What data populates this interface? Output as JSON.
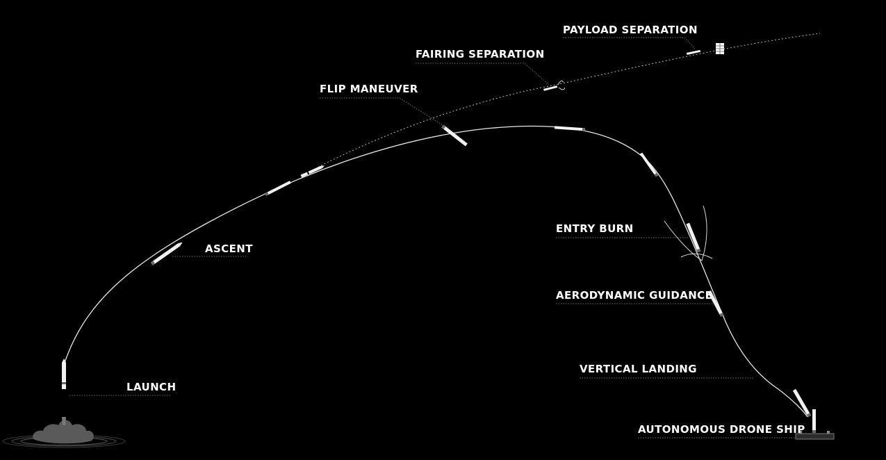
{
  "stages": {
    "payload_separation": "PAYLOAD SEPARATION",
    "fairing_separation": "FAIRING SEPARATION",
    "flip_maneuver": "FLIP MANEUVER",
    "ascent": "ASCENT",
    "entry_burn": "ENTRY BURN",
    "aerodynamic_guidance": "AERODYNAMIC GUIDANCE",
    "launch": "LAUNCH",
    "vertical_landing": "VERTICAL LANDING",
    "autonomous_drone_ship": "AUTONOMOUS DRONE SHIP"
  },
  "colors": {
    "background": "#000000",
    "label": "#ffffff",
    "trajectory": "#e8e8e8",
    "leader_line": "#6f6f6f",
    "smoke": "#5a5a5a"
  }
}
